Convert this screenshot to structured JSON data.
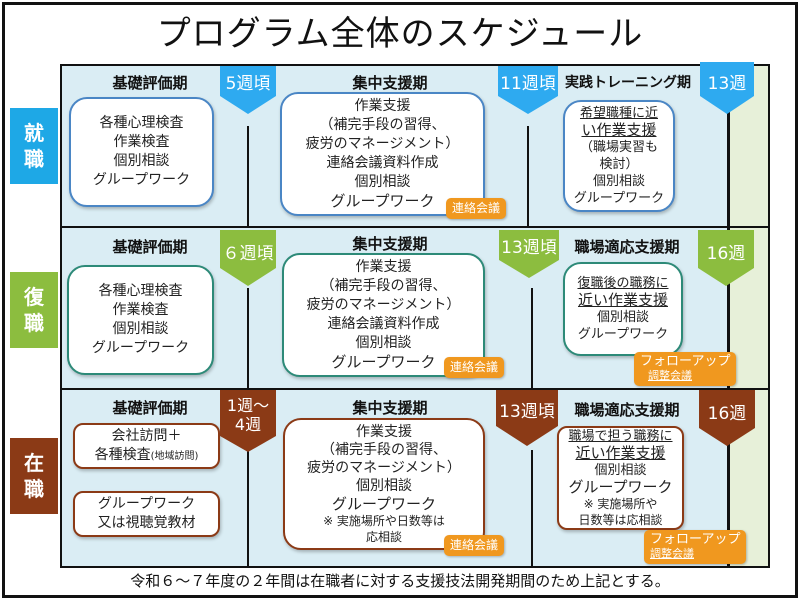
{
  "title": "プログラム全体のスケジュール",
  "colors": {
    "shushoku": "#1ea8e6",
    "fukushoku": "#8cbd3f",
    "zaishoku": "#8b3a16",
    "badge": "#f0981f"
  },
  "tracks": [
    {
      "label_top": "就",
      "label_bottom": "職",
      "phases": [
        {
          "title": "基礎評価期",
          "lines": [
            "各種心理検査",
            "作業検査",
            "個別相談",
            "グループワーク"
          ]
        },
        {
          "title": "集中支援期",
          "lines": [
            "作業支援",
            "（補完手段の習得、",
            "疲労のマネージメント）",
            "連絡会議資料作成",
            "個別相談",
            "グループワーク"
          ],
          "badge": "連絡会議"
        },
        {
          "title": "実践トレーニング期",
          "lines": [
            "希望職種に近",
            "い作業支援",
            "（職場実習も",
            "検討）",
            "個別相談",
            "グループワーク"
          ]
        }
      ],
      "markers": [
        "5週頃",
        "11週頃",
        "13週"
      ]
    },
    {
      "label_top": "復",
      "label_bottom": "職",
      "phases": [
        {
          "title": "基礎評価期",
          "lines": [
            "各種心理検査",
            "作業検査",
            "個別相談",
            "グループワーク"
          ]
        },
        {
          "title": "集中支援期",
          "lines": [
            "作業支援",
            "（補完手段の習得、",
            "疲労のマネージメント）",
            "連絡会議資料作成",
            "個別相談",
            "グループワーク"
          ],
          "badge": "連絡会議"
        },
        {
          "title": "職場適応支援期",
          "lines": [
            "復職後の職務に",
            "近い作業支援",
            "個別相談",
            "グループワーク"
          ],
          "badge_line1": "フォローアップ",
          "badge_line2": "調整会議"
        }
      ],
      "markers": [
        "６週頃",
        "13週頃",
        "16週"
      ]
    },
    {
      "label_top": "在",
      "label_bottom": "職",
      "phases": [
        {
          "title": "基礎評価期",
          "box1": [
            "会社訪問＋",
            "各種検査",
            "(地域訪問)"
          ],
          "box2": [
            "グループワーク",
            "又は視聴覚教材"
          ]
        },
        {
          "title": "集中支援期",
          "lines": [
            "作業支援",
            "（補完手段の習得、",
            "疲労のマネージメント）",
            "個別相談",
            "グループワーク",
            "※ 実施場所や日数等は",
            "応相談"
          ],
          "badge": "連絡会議"
        },
        {
          "title": "職場適応支援期",
          "lines": [
            "職場で担う職務に",
            "近い作業支援",
            "個別相談",
            "グループワーク",
            "※ 実施場所や",
            "日数等は応相談"
          ],
          "badge_line1": "フォローアップ",
          "badge_line2": "調整会議"
        }
      ],
      "markers": [
        "1週～",
        "4週",
        "13週頃",
        "16週"
      ]
    }
  ],
  "footer": "令和６～７年度の２年間は在職者に対する支援技法開発期間のため上記とする。"
}
